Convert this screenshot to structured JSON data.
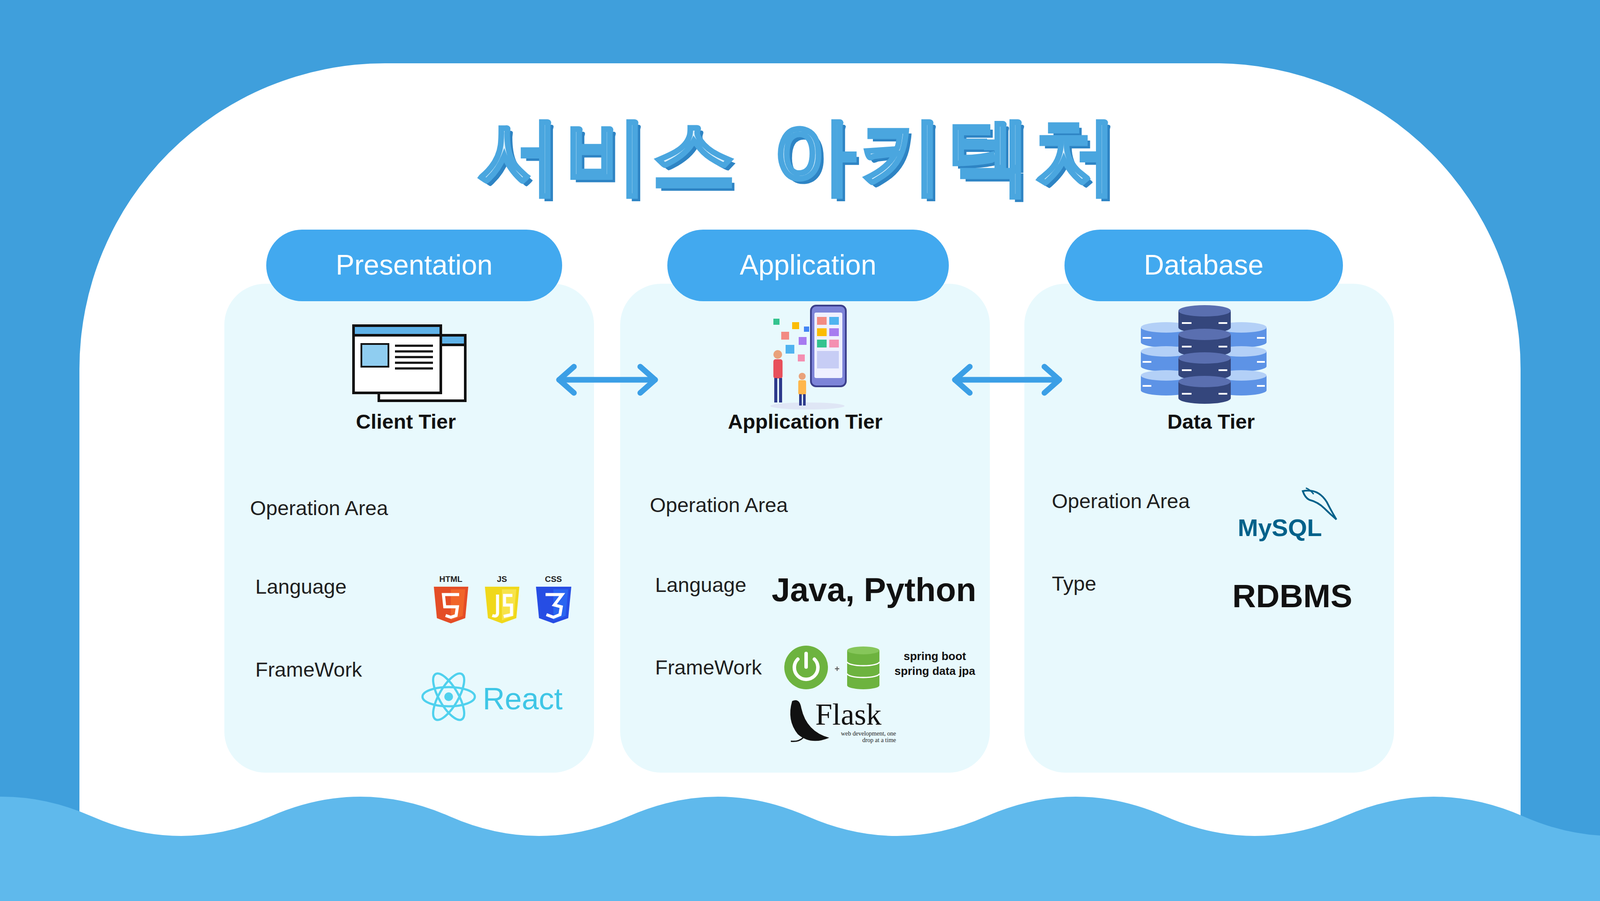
{
  "diagram": {
    "title": "서비스 아키텍처",
    "nodes": [
      {
        "text": [
          "Presentation",
          "Client Tier",
          "Operation Area",
          "Language",
          "FrameWork",
          "HTML",
          "JS",
          "CSS",
          "React"
        ]
      },
      {
        "text": [
          "Application",
          "Application Tier",
          "Operation Area",
          "Language",
          "Java, Python",
          "FrameWork",
          "spring boot spring data jpa",
          "Flask",
          "web development, one drop at a time"
        ]
      },
      {
        "text": [
          "Database",
          "Data Tier",
          "Operation Area",
          "MySQL",
          "Type",
          "RDBMS"
        ]
      }
    ],
    "edges": [
      {
        "from": 0,
        "to": 1,
        "arrow": "both"
      },
      {
        "from": 1,
        "to": 2,
        "arrow": "both"
      }
    ]
  }
}
